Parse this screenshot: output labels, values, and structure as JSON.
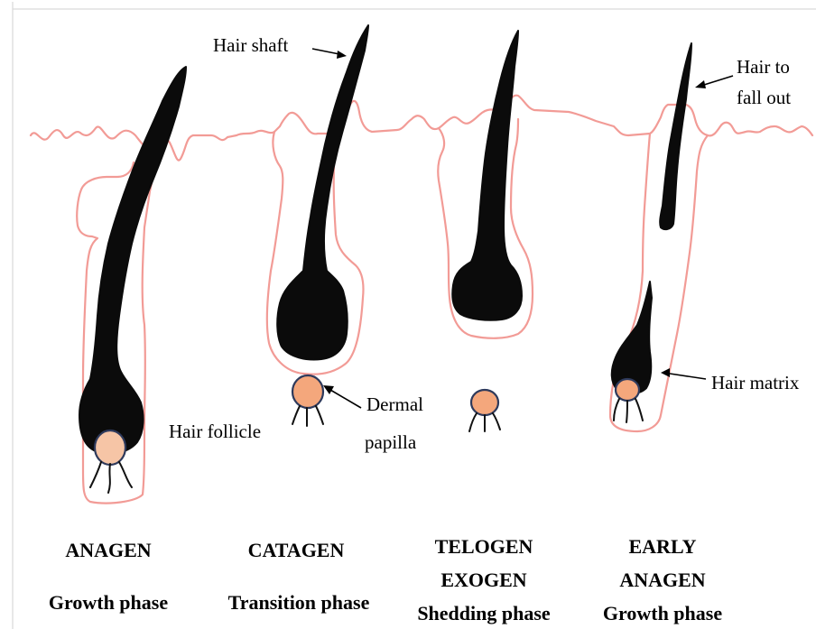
{
  "labels": {
    "hair_shaft": "Hair shaft",
    "hair_to_fall_out_line1": "Hair to",
    "hair_to_fall_out_line2": "fall out",
    "hair_follicle": "Hair follicle",
    "dermal_papilla_line1": "Dermal",
    "dermal_papilla_line2": "papilla",
    "hair_matrix": "Hair matrix"
  },
  "phases": [
    {
      "name": "ANAGEN",
      "description": "Growth phase"
    },
    {
      "name": "CATAGEN",
      "description": "Transition phase"
    },
    {
      "name": "TELOGEN",
      "name2": "EXOGEN",
      "description": "Shedding phase"
    },
    {
      "name": "EARLY",
      "name2": "ANAGEN",
      "description": "Growth phase"
    }
  ],
  "colors": {
    "skin_outline": "#f29b96",
    "hair": "#0b0b0b",
    "papilla_fill": "#f4a77c",
    "papilla_outline": "#2e3a5c"
  }
}
